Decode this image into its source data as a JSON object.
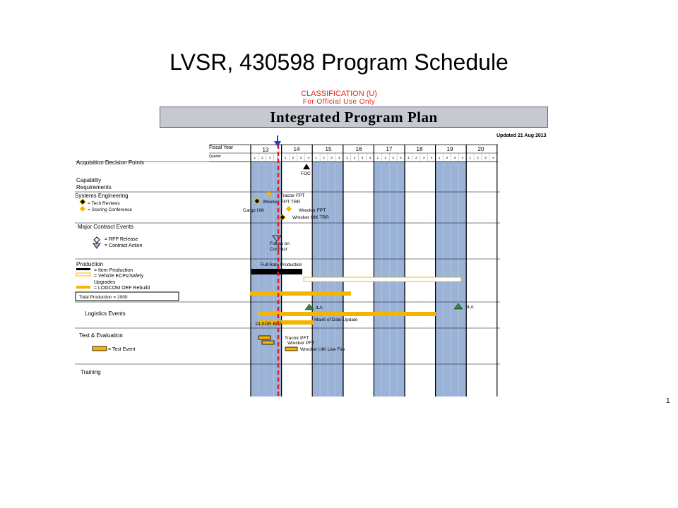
{
  "slide": {
    "title": "LVSR, 430598 Program Schedule",
    "classification": "CLASSIFICATION  (U)",
    "fouo": "For Official Use Only",
    "banner": "Integrated Program Plan",
    "updated": "Updated  21 Aug 2013",
    "page_number": "1"
  },
  "header": {
    "fiscal_year_label": "Fiscal Year",
    "quarter_label": "Quarter",
    "years": [
      "13",
      "14",
      "15",
      "16",
      "17",
      "18",
      "19",
      "20"
    ],
    "quarters": [
      "1",
      "2",
      "3",
      "4"
    ]
  },
  "rows": {
    "acquisition": "Acquisition Decision Points",
    "capability_1": "Capability",
    "capability_2": "Requirements",
    "syseng": "Systems Engineering",
    "tech_reviews": "= Tech Reviews",
    "scoring_conf": "= Scoring Conference",
    "contract": "Major Contract Events",
    "rfp": "= RFP Release",
    "contract_action": "= Contract Action",
    "production": "Production",
    "item_production": "= Item Production",
    "vehicle_ecps": "= Vehicle ECPs/Safety",
    "upgrades": "Upgrades",
    "logcom": "= LOGCOM OEF Rebuild",
    "total_production": "Total Production = 2000",
    "logistics": "Logistics Events",
    "test_eval": "Test & Evaluation",
    "test_event": "= Test Event",
    "training": "Training"
  },
  "events": {
    "foc": "FOC",
    "tractor_fpt": "Tractor FPT",
    "wrecker_fpt_trr": "Wrecker FPT TRR",
    "cargo_uik": "Cargo UIK",
    "wrecker_fpt": "Wrecker FPT",
    "wrecker_uik_trr": "Wrecker UIK TRR",
    "follow_on_1": "Follow on",
    "follow_on_2": "Contract",
    "full_rate": "Full Rate Production",
    "ila_1": "ILA",
    "ila_2": "ILA",
    "maint_update": "Maint of Date Update",
    "dlsor": "DLSOR BCA",
    "tractor_pft": "Tractor PFT",
    "wrecker_pft": "Wrecker PFT",
    "wrecker_uik_live": "Wrecker UIK Live Fire"
  },
  "colors": {
    "fy_shade": "#9bb3d6",
    "gold": "#f5b400",
    "status_line": "#e31b23",
    "milestone_green": "#2e8b3e",
    "today_arrow": "#1f3fd1"
  }
}
